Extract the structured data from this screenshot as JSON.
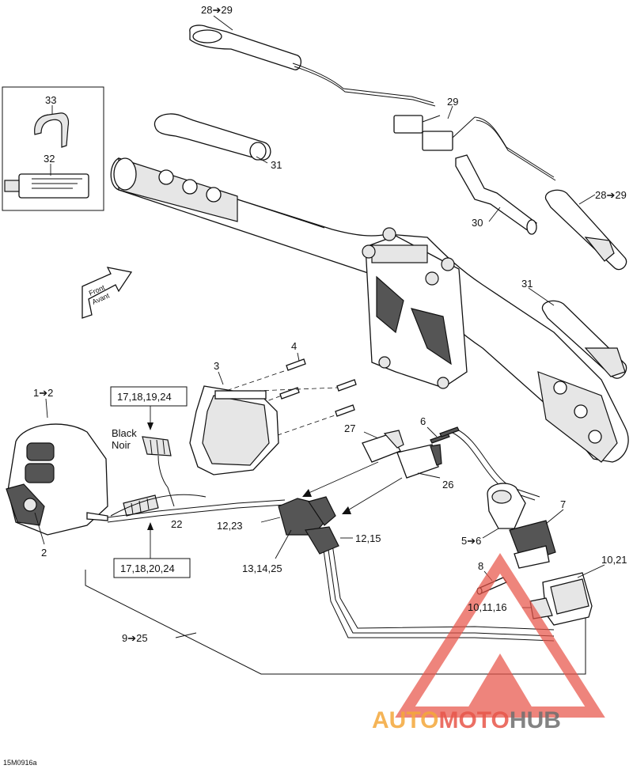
{
  "labels": {
    "p28_29_top": "28➔29",
    "p29": "29",
    "p33": "33",
    "p32": "32",
    "p31_top": "31",
    "p30": "30",
    "p28_29_right": "28➔29",
    "p31_right": "31",
    "front_line1": "Front",
    "front_line2": "Avant",
    "p4": "4",
    "p3": "3",
    "p1_2": "1➔2",
    "box_top": "17,18,19,24",
    "black": "Black",
    "noir": "Noir",
    "p27": "27",
    "p6": "6",
    "p26": "26",
    "p22": "22",
    "p12_23": "12,23",
    "p12_15": "12,15",
    "p13_14_25": "13,14,25",
    "p2": "2",
    "box_bottom": "17,18,20,24",
    "p7": "7",
    "p5_6": "5➔6",
    "p8": "8",
    "p10_21": "10,21",
    "p10_11_16": "10,11,16",
    "p9_25": "9➔25",
    "figure_code": "15M0916a"
  },
  "watermark": {
    "part1": "AUTO",
    "part2": "MOTO",
    "part3": "HUB",
    "color_orange": "#f4a83a",
    "color_red": "#e8564a",
    "color_gray": "#6e6e6e"
  }
}
